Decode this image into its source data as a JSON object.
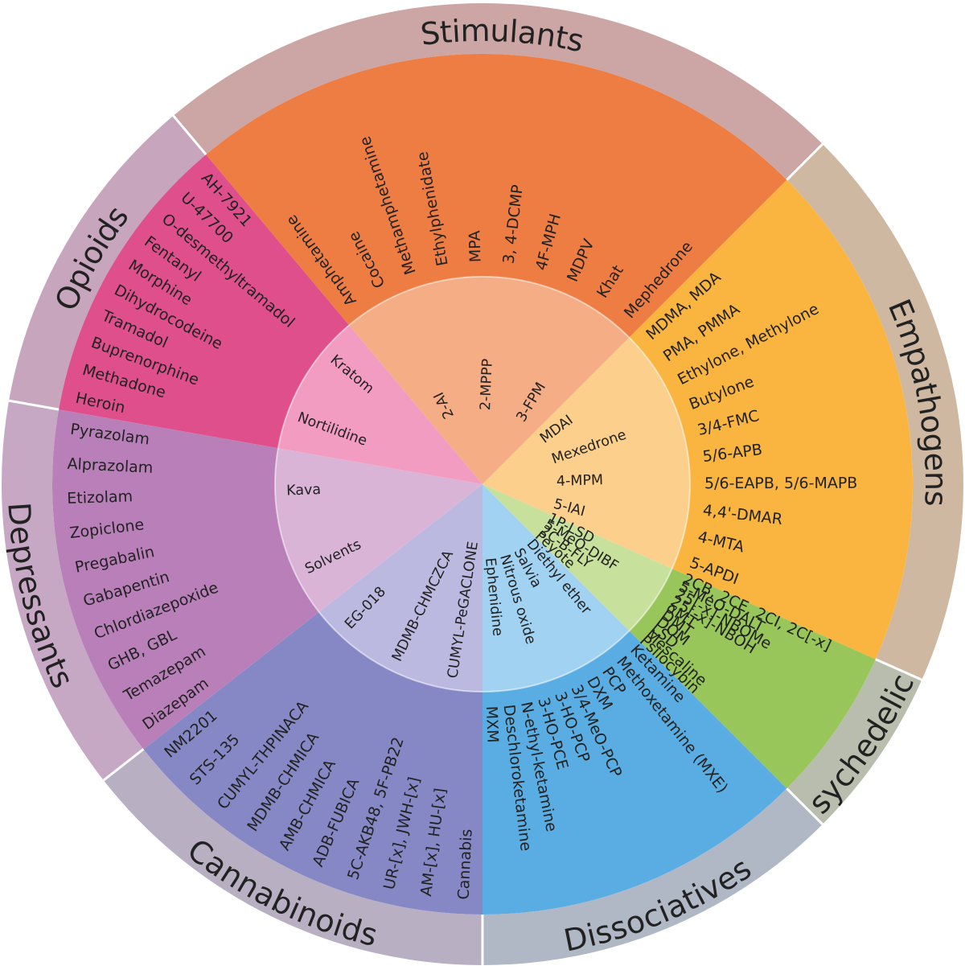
{
  "categories": [
    {
      "name": "Stimulants",
      "start": -40,
      "end": 45,
      "outer_color": "#CBA6A4",
      "mid_color": "#EE7D43",
      "core_color": "#F4AD84",
      "substances": [
        "Amphetamine",
        "Cocaine",
        "Methamphetamine",
        "Ethylphenidate",
        "MPA",
        "3, 4-DCMP",
        "4F-MPH",
        "MDPV",
        "Khat",
        "Mephedrone"
      ],
      "novel": [
        "2-AI",
        "2-MPPP",
        "3-FPM"
      ]
    },
    {
      "name": "Empathogens",
      "start": 45,
      "end": 114,
      "outer_color": "#CFB8A2",
      "mid_color": "#F9B53F",
      "core_color": "#FCD08C",
      "substances": [
        "MDMA, MDA",
        "PMA, PMMA",
        "Ethylone, Methylone",
        "Butylone",
        "3/4-FMC",
        "5/6-APB",
        "5/6-EAPB, 5/6-MAPB",
        "4,4'-DMAR",
        "4-MTA",
        "5-APDI"
      ],
      "novel": [
        "MDAI",
        "Mexedrone",
        "4-MPM",
        "5-IAI"
      ]
    },
    {
      "name": "Psychedelics",
      "start": 114,
      "end": 135,
      "outer_color": "#B9BDAE",
      "mid_color": "#98C65A",
      "core_color": "#C7E09C",
      "substances": [
        "2CB, 2CE, 2CI, 2C[-x]",
        "5-MeO-DALT",
        "25[-x]-NBOMe",
        "25[-x]-NBOH",
        "αMT",
        "DMT",
        "DOM",
        "LSD",
        "Mescaline",
        "Psilocybin"
      ],
      "novel": [
        "1P-LSD",
        "5-MeO-DIBF",
        "2C-B-FLY",
        "Peyote"
      ]
    },
    {
      "name": "Dissociatives",
      "start": 135,
      "end": 180,
      "outer_color": "#B0B7C5",
      "mid_color": "#5AADE2",
      "core_color": "#A2D2F1",
      "substances": [
        "Ketamine",
        "Methoxetamine (MXE)",
        "PCP",
        "DXM",
        "3/4-MeO-PCP",
        "3-HO-PCP",
        "3-HO-PCE",
        "N-ethyl-ketamine",
        "Deschloroketamine",
        "MXM"
      ],
      "novel": [
        "Diethyl ether",
        "Salvia",
        "Nitrous oxide",
        "Ephenidine"
      ]
    },
    {
      "name": "Cannabinoids",
      "start": 180,
      "end": 232,
      "outer_color": "#B9AFC3",
      "mid_color": "#8688C6",
      "core_color": "#BCB9E0",
      "substances": [
        "Cannabis",
        "AM-[x], HU-[x]",
        "UR-[x], JWH-[x]",
        "5C-AKB48, 5F-PB22",
        "ADB-FUBICA",
        "AMB-CHMICA",
        "MDMB-CHMICA",
        "CUMYL-THPINACA",
        "STS-135",
        "NM2201"
      ],
      "novel": [
        "CUMYL-PeGACLONE",
        "MDMB-CHMCZCA",
        "EG-018"
      ]
    },
    {
      "name": "Depressants",
      "start": 232,
      "end": 280,
      "outer_color": "#C6A8C5",
      "mid_color": "#B87FB9",
      "core_color": "#D9B4D6",
      "substances": [
        "Diazepam",
        "Temazepam",
        "GHB, GBL",
        "Chlordiazepoxide",
        "Gabapentin",
        "Pregabalin",
        "Zopiclone",
        "Etizolam",
        "Alprazolam",
        "Pyrazolam"
      ],
      "novel": [
        "Solvents",
        "Kava"
      ]
    },
    {
      "name": "Opioids",
      "start": 280,
      "end": 320,
      "outer_color": "#C7A5BD",
      "mid_color": "#DE4F8B",
      "core_color": "#F19CC0",
      "substances": [
        "Heroin",
        "Methadone",
        "Buprenorphine",
        "Tramadol",
        "Dihydrocodeine",
        "Morphine",
        "Fentanyl",
        "O-desmethyltramadol",
        "U-47700",
        "AH-7921"
      ],
      "novel": [
        "Nortilidine",
        "Kratom"
      ]
    }
  ]
}
